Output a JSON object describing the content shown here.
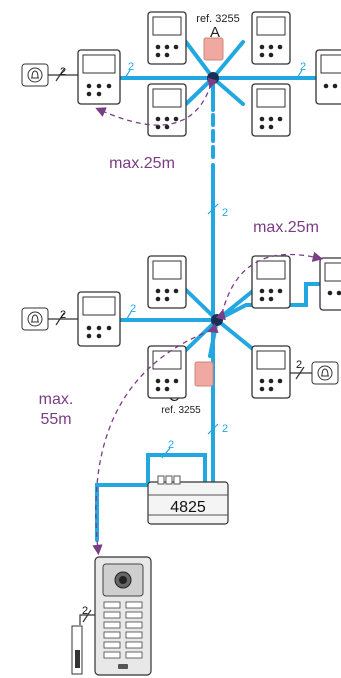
{
  "diagram": {
    "ref_top": "ref. 3255",
    "letter_top": "A",
    "ref_mid": "ref. 3255",
    "letter_mid": "C",
    "distance_top": "max.25m",
    "distance_right": "max.25m",
    "distance_left_line1": "max.",
    "distance_left_line2": "55m",
    "bus_label": "2",
    "power_supply_label": "4825"
  },
  "colors": {
    "bus": "#22a7e0",
    "hub": "#1a2f55",
    "distance_arrow": "#7b3d85",
    "splitter_box": "#f0a8a0",
    "device_outline": "#333333"
  }
}
